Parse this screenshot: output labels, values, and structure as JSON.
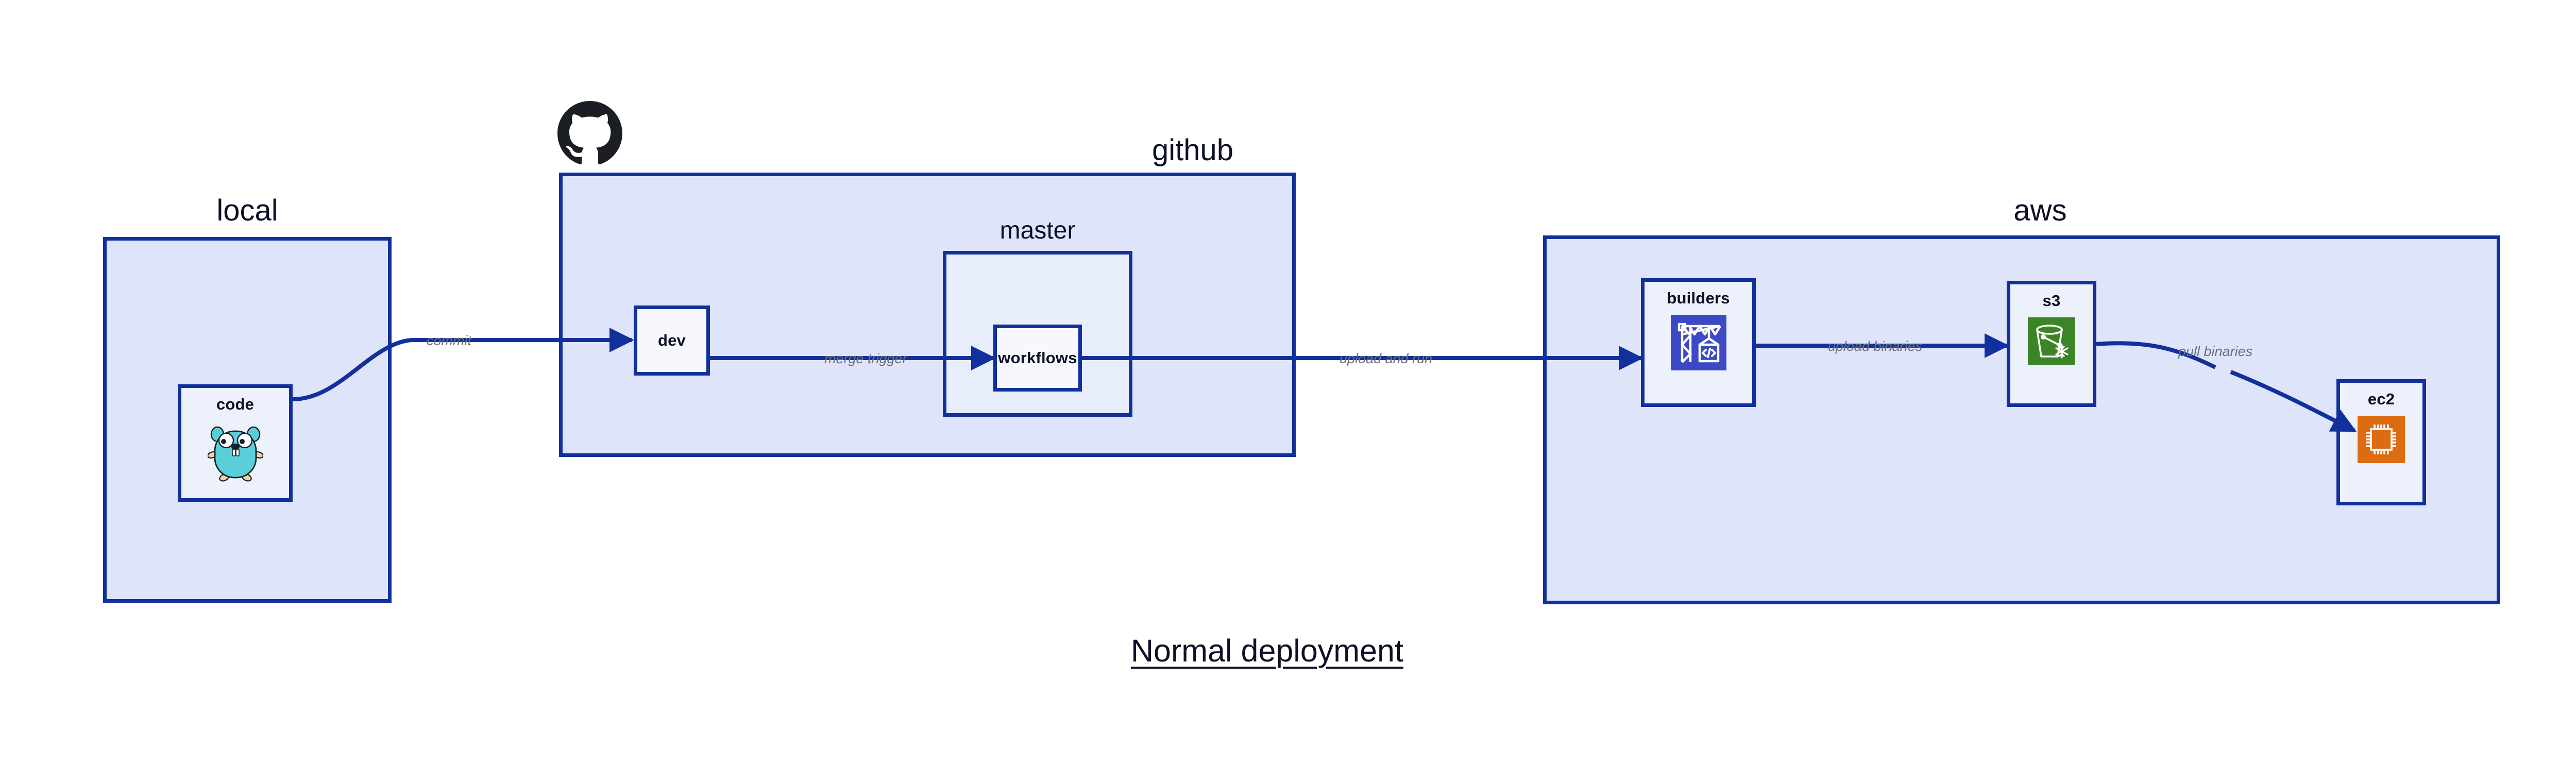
{
  "caption": "Normal deployment",
  "colors": {
    "edge": "#12309c",
    "group_fill": "#dee4f9",
    "group_border": "#12309c",
    "sub_fill": "#e8edfb",
    "node_fill": "#edf1fc",
    "node_plain_fill": "#f6f8fe",
    "label_text": "#0d1026",
    "edge_label_text": "#6b6f80",
    "builders_icon_bg": "#3b49c4",
    "s3_icon_bg": "#3c8527",
    "ec2_icon_bg": "#dd6b10",
    "gopher_body": "#5bcfd9",
    "github_logo": "#1b1f23"
  },
  "groups": {
    "local": {
      "label": "local",
      "nodes": [
        {
          "title": "code",
          "icon": "go-gopher-icon"
        }
      ]
    },
    "github": {
      "label": "github",
      "logo": "github-octocat-logo",
      "nodes": [
        {
          "title": "dev",
          "icon": "none"
        }
      ],
      "subgroups": [
        {
          "label": "master",
          "nodes": [
            {
              "title": "workflows",
              "icon": "none"
            }
          ]
        }
      ]
    },
    "aws": {
      "label": "aws",
      "nodes": [
        {
          "title": "builders",
          "icon": "crane-code-icon"
        },
        {
          "title": "s3",
          "icon": "s3-bucket-icon"
        },
        {
          "title": "ec2",
          "icon": "cpu-chip-icon"
        }
      ]
    }
  },
  "edges": [
    {
      "label": "commit",
      "from": "code",
      "to": "dev"
    },
    {
      "label": "merge trigger",
      "from": "dev",
      "to": "workflows"
    },
    {
      "label": "upload and run",
      "from": "workflows",
      "to": "builders"
    },
    {
      "label": "upload binaries",
      "from": "builders",
      "to": "s3"
    },
    {
      "label": "pull binaries",
      "from": "s3",
      "to": "ec2"
    }
  ]
}
